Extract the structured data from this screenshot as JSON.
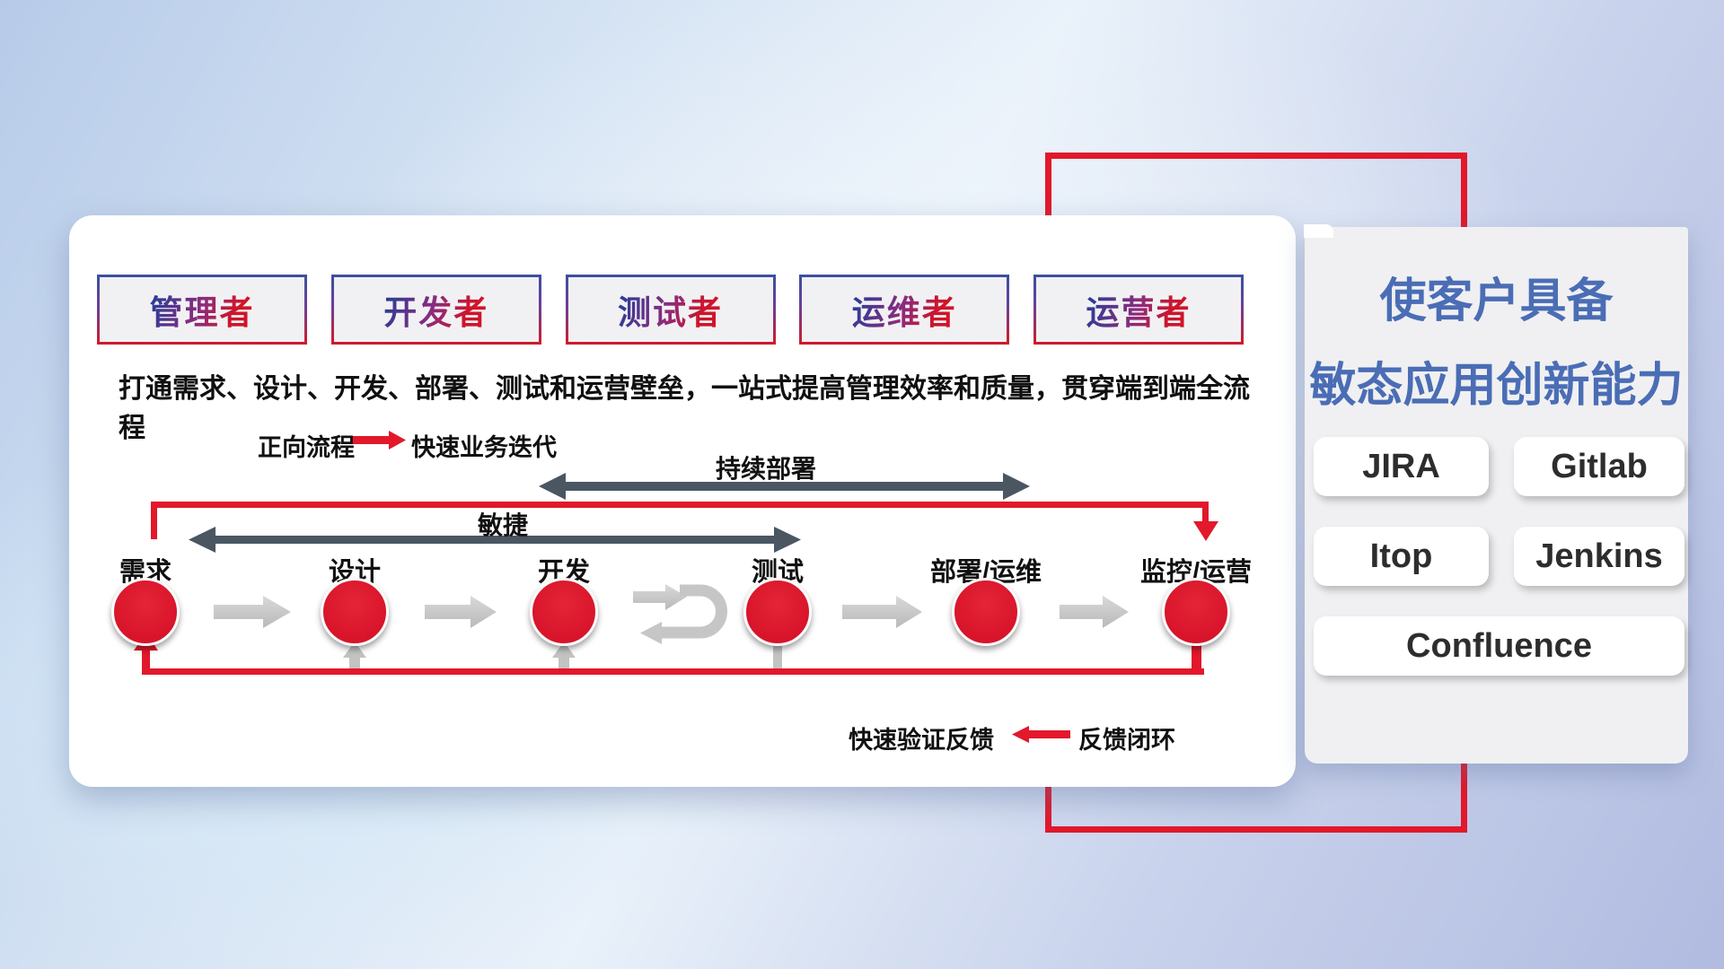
{
  "roles": [
    {
      "label": "管理者"
    },
    {
      "label": "开发者"
    },
    {
      "label": "测试者"
    },
    {
      "label": "运维者"
    },
    {
      "label": "运营者"
    }
  ],
  "subtitle": "打通需求、设计、开发、部署、测试和运营壁垒，一站式提高管理效率和质量，贯穿端到端全流程",
  "legend_forward": {
    "label": "正向流程",
    "value": "快速业务迭代"
  },
  "span_arrows": {
    "continuous_deployment": "持续部署",
    "agile": "敏捷"
  },
  "flow_stages": [
    {
      "label": "需求"
    },
    {
      "label": "设计"
    },
    {
      "label": "开发"
    },
    {
      "label": "测试"
    },
    {
      "label": "部署/运维"
    },
    {
      "label": "监控/运营"
    }
  ],
  "legend_feedback": {
    "value": "快速验证反馈",
    "label": "反馈闭环"
  },
  "right_panel": {
    "title_line1": "使客户具备",
    "title_line2": "敏态应用创新能力",
    "tools": [
      {
        "label": "JIRA"
      },
      {
        "label": "Gitlab"
      },
      {
        "label": "Itop"
      },
      {
        "label": "Jenkins"
      },
      {
        "label": "Confluence"
      }
    ]
  },
  "colors": {
    "accent_red": "#e2182b",
    "dark_arrow": "#4a5662",
    "gray_arrow": "#c9c9c9",
    "title_blue": "#4a6db5",
    "role_gradient_start": "#2e3c96",
    "role_gradient_end": "#d01429",
    "panel_gray": "#f0f0f2"
  }
}
